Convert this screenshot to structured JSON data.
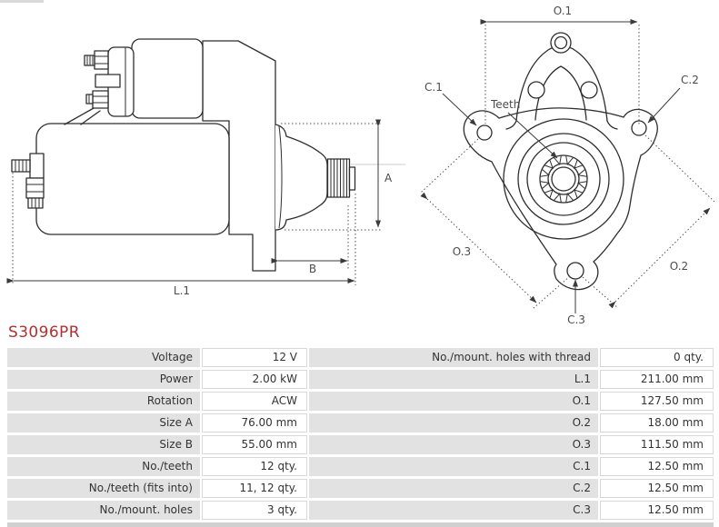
{
  "part": {
    "number": "S3096PR"
  },
  "colors": {
    "accent_red": "#b23030",
    "table_label_bg": "#e2e2e2",
    "table_border": "#d8d8d8",
    "drawing_line": "#2e2e2e",
    "dimension_line": "#3a3a3a",
    "text": "#333333"
  },
  "diagram": {
    "side": {
      "a": "A",
      "b": "B",
      "l1": "L.1"
    },
    "front": {
      "o1": "O.1",
      "o2": "O.2",
      "o3": "O.3",
      "c1": "C.1",
      "c2": "C.2",
      "c3": "C.3",
      "teeth": "Teeth"
    }
  },
  "spec_table": {
    "left_rows": [
      {
        "label": "Voltage",
        "value": "12 V"
      },
      {
        "label": "Power",
        "value": "2.00 kW"
      },
      {
        "label": "Rotation",
        "value": "ACW"
      },
      {
        "label": "Size A",
        "value": "76.00 mm"
      },
      {
        "label": "Size B",
        "value": "55.00 mm"
      },
      {
        "label": "No./teeth",
        "value": "12 qty."
      },
      {
        "label": "No./teeth (fits into)",
        "value": "11, 12 qty."
      },
      {
        "label": "No./mount. holes",
        "value": "3 qty."
      }
    ],
    "right_rows": [
      {
        "label": "No./mount. holes with thread",
        "value": "0 qty."
      },
      {
        "label": "L.1",
        "value": "211.00 mm"
      },
      {
        "label": "O.1",
        "value": "127.50 mm"
      },
      {
        "label": "O.2",
        "value": "18.00 mm"
      },
      {
        "label": "O.3",
        "value": "111.50 mm"
      },
      {
        "label": "C.1",
        "value": "12.50 mm"
      },
      {
        "label": "C.2",
        "value": "12.50 mm"
      },
      {
        "label": "C.3",
        "value": "12.50 mm"
      }
    ]
  }
}
